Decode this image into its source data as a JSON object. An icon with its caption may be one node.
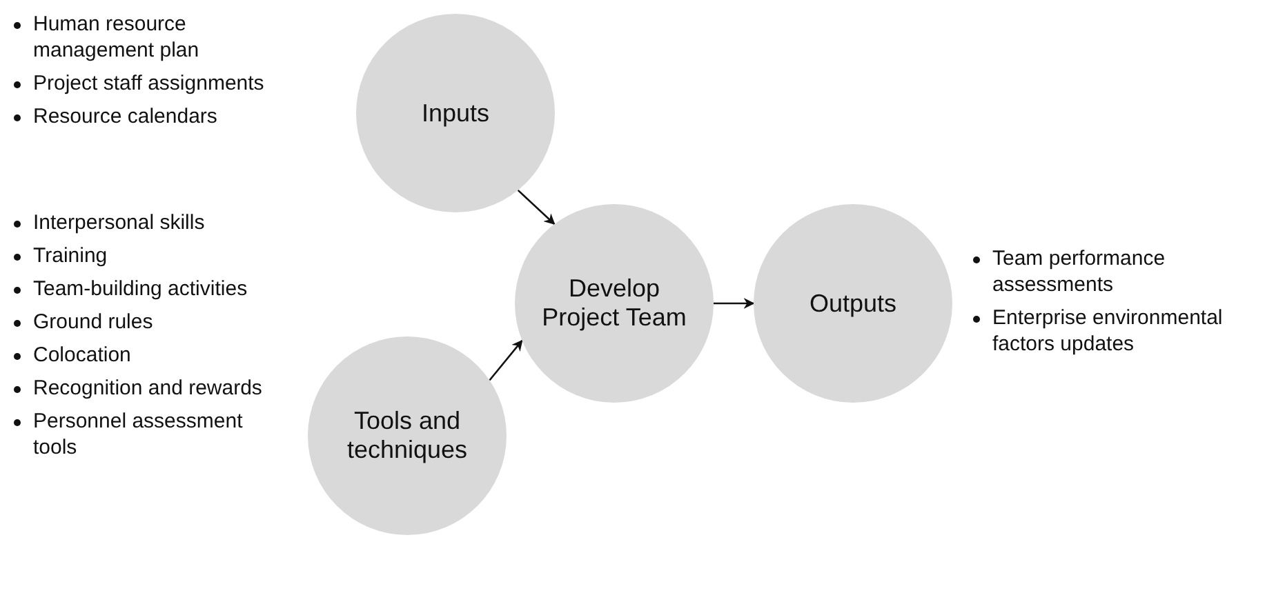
{
  "diagram": {
    "nodes": [
      {
        "text": [
          "Inputs"
        ],
        "beside": [
          "Human resource management plan",
          "Project staff assignments",
          "Resource calendars"
        ]
      },
      {
        "text": [
          "Tools and techniques"
        ],
        "beside": [
          "Interpersonal skills",
          "Training",
          "Team-building activities",
          "Ground rules",
          "Colocation",
          "Recognition and rewards",
          "Personnel assessment tools"
        ]
      },
      {
        "text": [
          "Develop Project Team"
        ]
      },
      {
        "text": [
          "Outputs"
        ],
        "beside": [
          "Team performance assessments",
          "Enterprise environmental factors updates"
        ]
      }
    ],
    "edges": [
      {
        "from": 0,
        "to": 2,
        "arrow": "to"
      },
      {
        "from": 1,
        "to": 2,
        "arrow": "to"
      },
      {
        "from": 2,
        "to": 3,
        "arrow": "to"
      }
    ]
  }
}
